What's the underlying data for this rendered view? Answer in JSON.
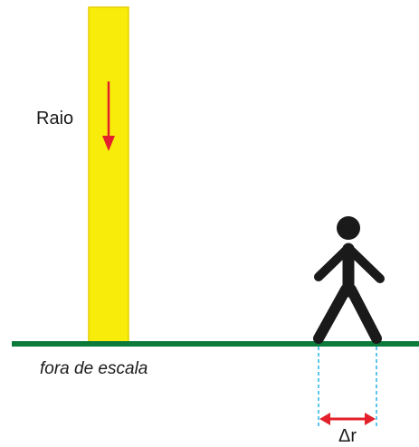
{
  "diagram": {
    "lightning_label": "Raio",
    "ground_note": "fora de escala",
    "step_label": "Δr",
    "colors": {
      "bolt_fill": "#f7ec0a",
      "bolt_edge": "#e6cf00",
      "arrow": "#e3202b",
      "ground": "#0b7a3b",
      "person": "#1a1a1a",
      "guide_lines": "#27b4e8"
    }
  }
}
